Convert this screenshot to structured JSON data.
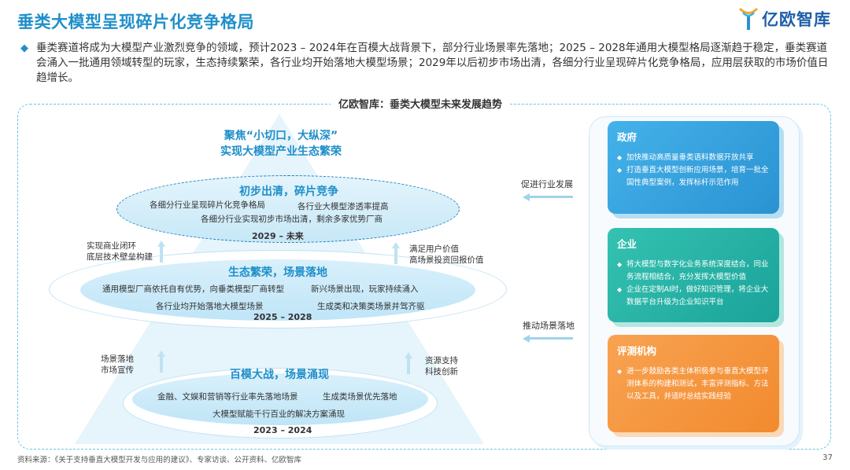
{
  "header": {
    "title": "垂类大模型呈现碎片化竞争格局",
    "logo_text": "亿欧智库"
  },
  "intro": {
    "bullet": "◆",
    "text": "垂类赛道将成为大模型产业激烈竞争的领域，预计2023 – 2024年在百模大战背景下，部分行业场景率先落地；2025 – 2028年通用大模型格局逐渐趋于稳定，垂类赛道会涌入一批通用领域转型的玩家，生态持续繁荣，各行业均开始落地大模型场景；2029年以后初步市场出清，各细分行业呈现碎片化竞争格局，应用层获取的市场价值日趋增长。"
  },
  "diagram": {
    "title": "亿欧智库：垂类大模型未来发展趋势",
    "top_line1": "聚焦“小切口，大纵深”",
    "top_line2": "实现大模型产业生态繁荣",
    "stage3": {
      "head": "初步出清，碎片竞争",
      "items": [
        "各细分行业呈现碎片化竞争格局",
        "各行业大模型渗透率提高",
        "各细分行业实现初步市场出清，剩余多家优势厂商"
      ],
      "year": "2029 – 未来"
    },
    "stage2": {
      "head": "生态繁荣，场景落地",
      "items": [
        "通用模型厂商依托自有优势，向垂类模型厂商转型",
        "新兴场景出现，玩家持续涌入",
        "各行业均开始落地大模型场景",
        "生成类和决策类场景并驾齐驱"
      ],
      "year": "2025 – 2028"
    },
    "stage1": {
      "head": "百模大战，场景涌现",
      "items": [
        "金融、文娱和营销等行业率先落地场景",
        "生成类场景优先落地",
        "大模型赋能千行百业的解决方案涌现"
      ],
      "year": "2023 – 2024"
    },
    "side_labels": {
      "upper_left": [
        "实现商业闭环",
        "底层技术壁垒构建"
      ],
      "upper_right": [
        "满足用户价值",
        "高场景投资回报价值"
      ],
      "lower_left": [
        "场景落地",
        "市场宣传"
      ],
      "lower_right": [
        "资源支持",
        "科技创新"
      ]
    },
    "arrow_labels": {
      "top": "促进行业发展",
      "bottom": "推动场景落地"
    }
  },
  "panels": {
    "government": {
      "title": "政府",
      "items": [
        "加快推动高质量垂类语料数据开放共享",
        "打造垂直大模型创新应用场景，培育一批全国性典型案例，发挥标杆示范作用"
      ]
    },
    "enterprise": {
      "title": "企业",
      "items": [
        "将大模型与数字化业务系统深度结合，同业务流程相结合，充分发挥大模型价值",
        "企业在定制AI时，做好知识管理，将企业大数据平台升级为企业知识平台"
      ]
    },
    "evaluation": {
      "title": "评测机构",
      "items": [
        "进一步鼓励各类主体积极参与垂直大模型评测体系的构建和测试，丰富评测指标、方法以及工具，并适时总结实践经验"
      ]
    }
  },
  "footer": {
    "source": "资料来源：《关于支持垂直大模型开发与应用的建议》、专家访谈、公开资料、亿欧智库",
    "page": "37"
  },
  "colors": {
    "accent_blue": "#1f8fc9",
    "gov_blue": "#2a92d2",
    "ent_teal": "#1aa39a",
    "eval_orange": "#f28a2e"
  }
}
